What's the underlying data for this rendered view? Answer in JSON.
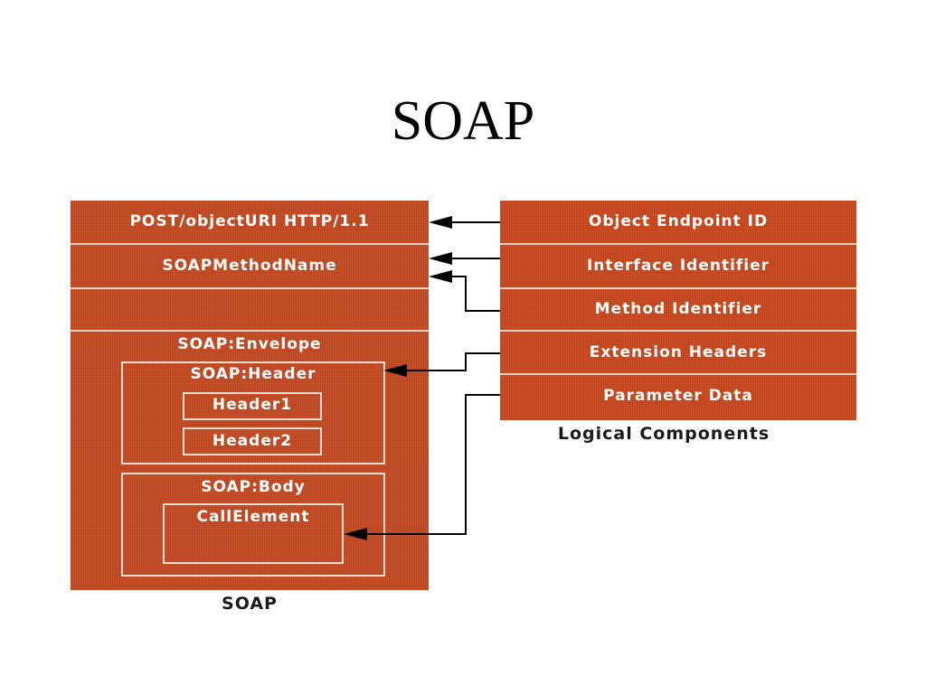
{
  "title": "SOAP",
  "soap_panel": {
    "request_line": "POST/objectURI HTTP/1.1",
    "method_name": "SOAPMethodName",
    "envelope_label": "SOAP:Envelope",
    "header_label": "SOAP:Header",
    "header_items": [
      "Header1",
      "Header2"
    ],
    "body_label": "SOAP:Body",
    "call_element": "CallElement",
    "caption": "SOAP"
  },
  "logical_panel": {
    "rows": [
      "Object Endpoint ID",
      "Interface Identifier",
      "Method Identifier",
      "Extension Headers",
      "Parameter Data"
    ],
    "caption": "Logical Components"
  },
  "colors": {
    "panel_fill": "#c9461c",
    "divider": "#f3d2c2",
    "text_on_panel": "#ffffff",
    "connector": "#000000"
  }
}
